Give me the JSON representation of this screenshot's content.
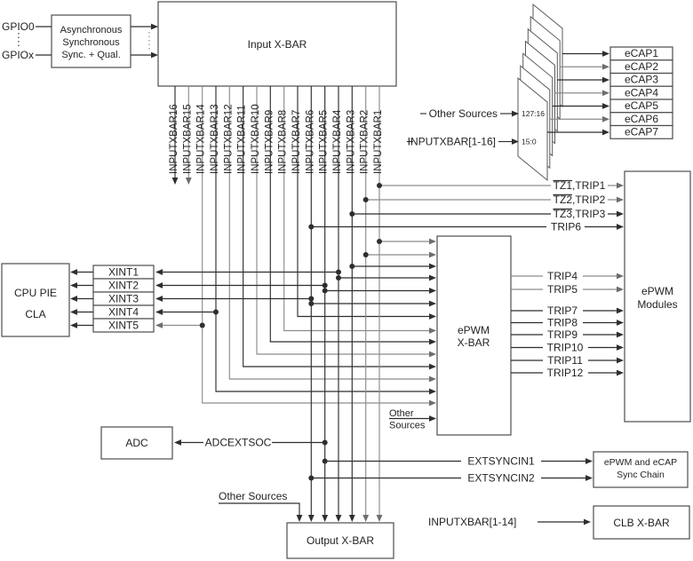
{
  "colors": {
    "line_dark": "#2e2e30",
    "line_gray": "#8a8c8e",
    "border": "#4d4d4f",
    "text": "#231f20",
    "background": "#ffffff"
  },
  "gpio": {
    "in_top": "GPIO0",
    "in_bottom": "GPIOx"
  },
  "async_block": {
    "line1": "Asynchronous",
    "line2": "Synchronous",
    "line3": "Sync. + Qual."
  },
  "input_xbar": {
    "title": "Input X-BAR",
    "outputs": [
      "INPUTXBAR16",
      "INPUTXBAR15",
      "INPUTXBAR14",
      "INPUTXBAR13",
      "INPUTXBAR12",
      "INPUTXBAR11",
      "INPUTXBAR10",
      "INPUTXBAR9",
      "INPUTXBAR8",
      "INPUTXBAR7",
      "INPUTXBAR6",
      "INPUTXBAR5",
      "INPUTXBAR4",
      "INPUTXBAR3",
      "INPUTXBAR2",
      "INPUTXBAR1"
    ]
  },
  "mux": {
    "src_high": "Other Sources",
    "src_low": "INPUTXBAR[1-16]",
    "range_high": "127:16",
    "range_low": "15:0"
  },
  "ecap": {
    "modules": [
      "eCAP1",
      "eCAP2",
      "eCAP3",
      "eCAP4",
      "eCAP5",
      "eCAP6",
      "eCAP7"
    ]
  },
  "epwm_inputs": {
    "tz1": "TZ1,TRIP1",
    "tz2": "TZ2,TRIP2",
    "tz3": "TZ3,TRIP3",
    "trip6": "TRIP6"
  },
  "epwm_xbar": {
    "line1": "ePWM",
    "line2": "X-BAR",
    "other1": "Other",
    "other2": "Sources",
    "trips": [
      "TRIP4",
      "TRIP5",
      "TRIP7",
      "TRIP8",
      "TRIP9",
      "TRIP10",
      "TRIP11",
      "TRIP12"
    ]
  },
  "epwm_modules": {
    "line1": "ePWM",
    "line2": "Modules"
  },
  "cpu": {
    "line1": "CPU PIE",
    "line2": "CLA"
  },
  "xint": {
    "items": [
      "XINT1",
      "XINT2",
      "XINT3",
      "XINT4",
      "XINT5"
    ]
  },
  "adc": {
    "title": "ADC",
    "signal": "ADCEXTSOC"
  },
  "output_xbar": {
    "title": "Output X-BAR",
    "other_sources": "Other Sources"
  },
  "sync_chain": {
    "sig1": "EXTSYNCIN1",
    "sig2": "EXTSYNCIN2",
    "line1": "ePWM and eCAP",
    "line2": "Sync Chain"
  },
  "clb": {
    "signal": "INPUTXBAR[1-14]",
    "title": "CLB X-BAR"
  }
}
